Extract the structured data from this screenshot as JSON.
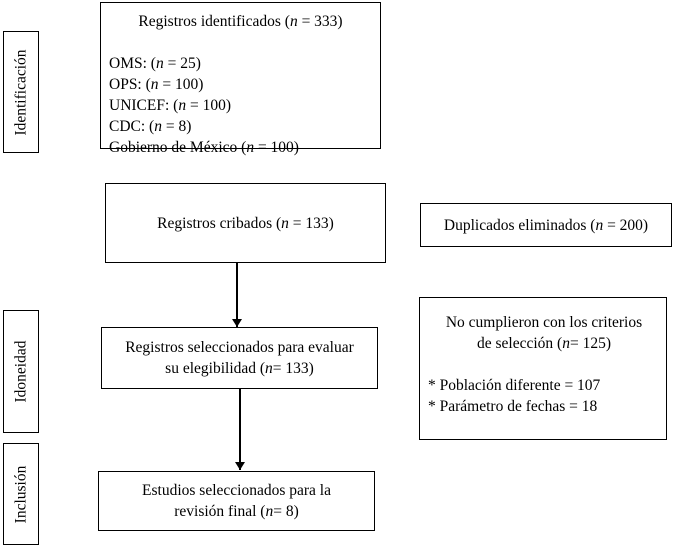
{
  "diagram": {
    "stages": [
      {
        "label": "Identificación"
      },
      {
        "label": "Idoneidad"
      },
      {
        "label": "Inclusión"
      }
    ],
    "boxes": {
      "identified": {
        "title": {
          "pre": "Registros identificados (",
          "n": "n",
          "post": " = 333)"
        },
        "items": [
          {
            "pre": "OMS: (",
            "n": "n",
            "post": " = 25)"
          },
          {
            "pre": "OPS: (",
            "n": "n",
            "post": " = 100)"
          },
          {
            "pre": "UNICEF: (",
            "n": "n",
            "post": " = 100)"
          },
          {
            "pre": "CDC: (",
            "n": "n",
            "post": " = 8)"
          },
          {
            "pre": "Gobierno de México (",
            "n": "n",
            "post": " = 100)"
          }
        ]
      },
      "screened": {
        "title": {
          "pre": "Registros cribados (",
          "n": "n",
          "post": " = 133)"
        }
      },
      "duplicates_removed": {
        "title": {
          "pre": "Duplicados eliminados (",
          "n": "n",
          "post": " = 200)"
        }
      },
      "eligibility": {
        "line1": "Registros seleccionados para evaluar",
        "line2": {
          "pre": "su elegibilidad (",
          "n": "n",
          "post": "= 133)"
        }
      },
      "excluded": {
        "line1": "No cumplieron con los criterios",
        "line2": {
          "pre": "de selección (",
          "n": "n",
          "post": "= 125)"
        },
        "reasons": [
          "* Población diferente = 107",
          "* Parámetro de fechas = 18"
        ]
      },
      "included": {
        "line1": "Estudios seleccionados para la",
        "line2": {
          "pre": "revisión final (",
          "n": "n",
          "post": "= 8)"
        }
      }
    }
  }
}
